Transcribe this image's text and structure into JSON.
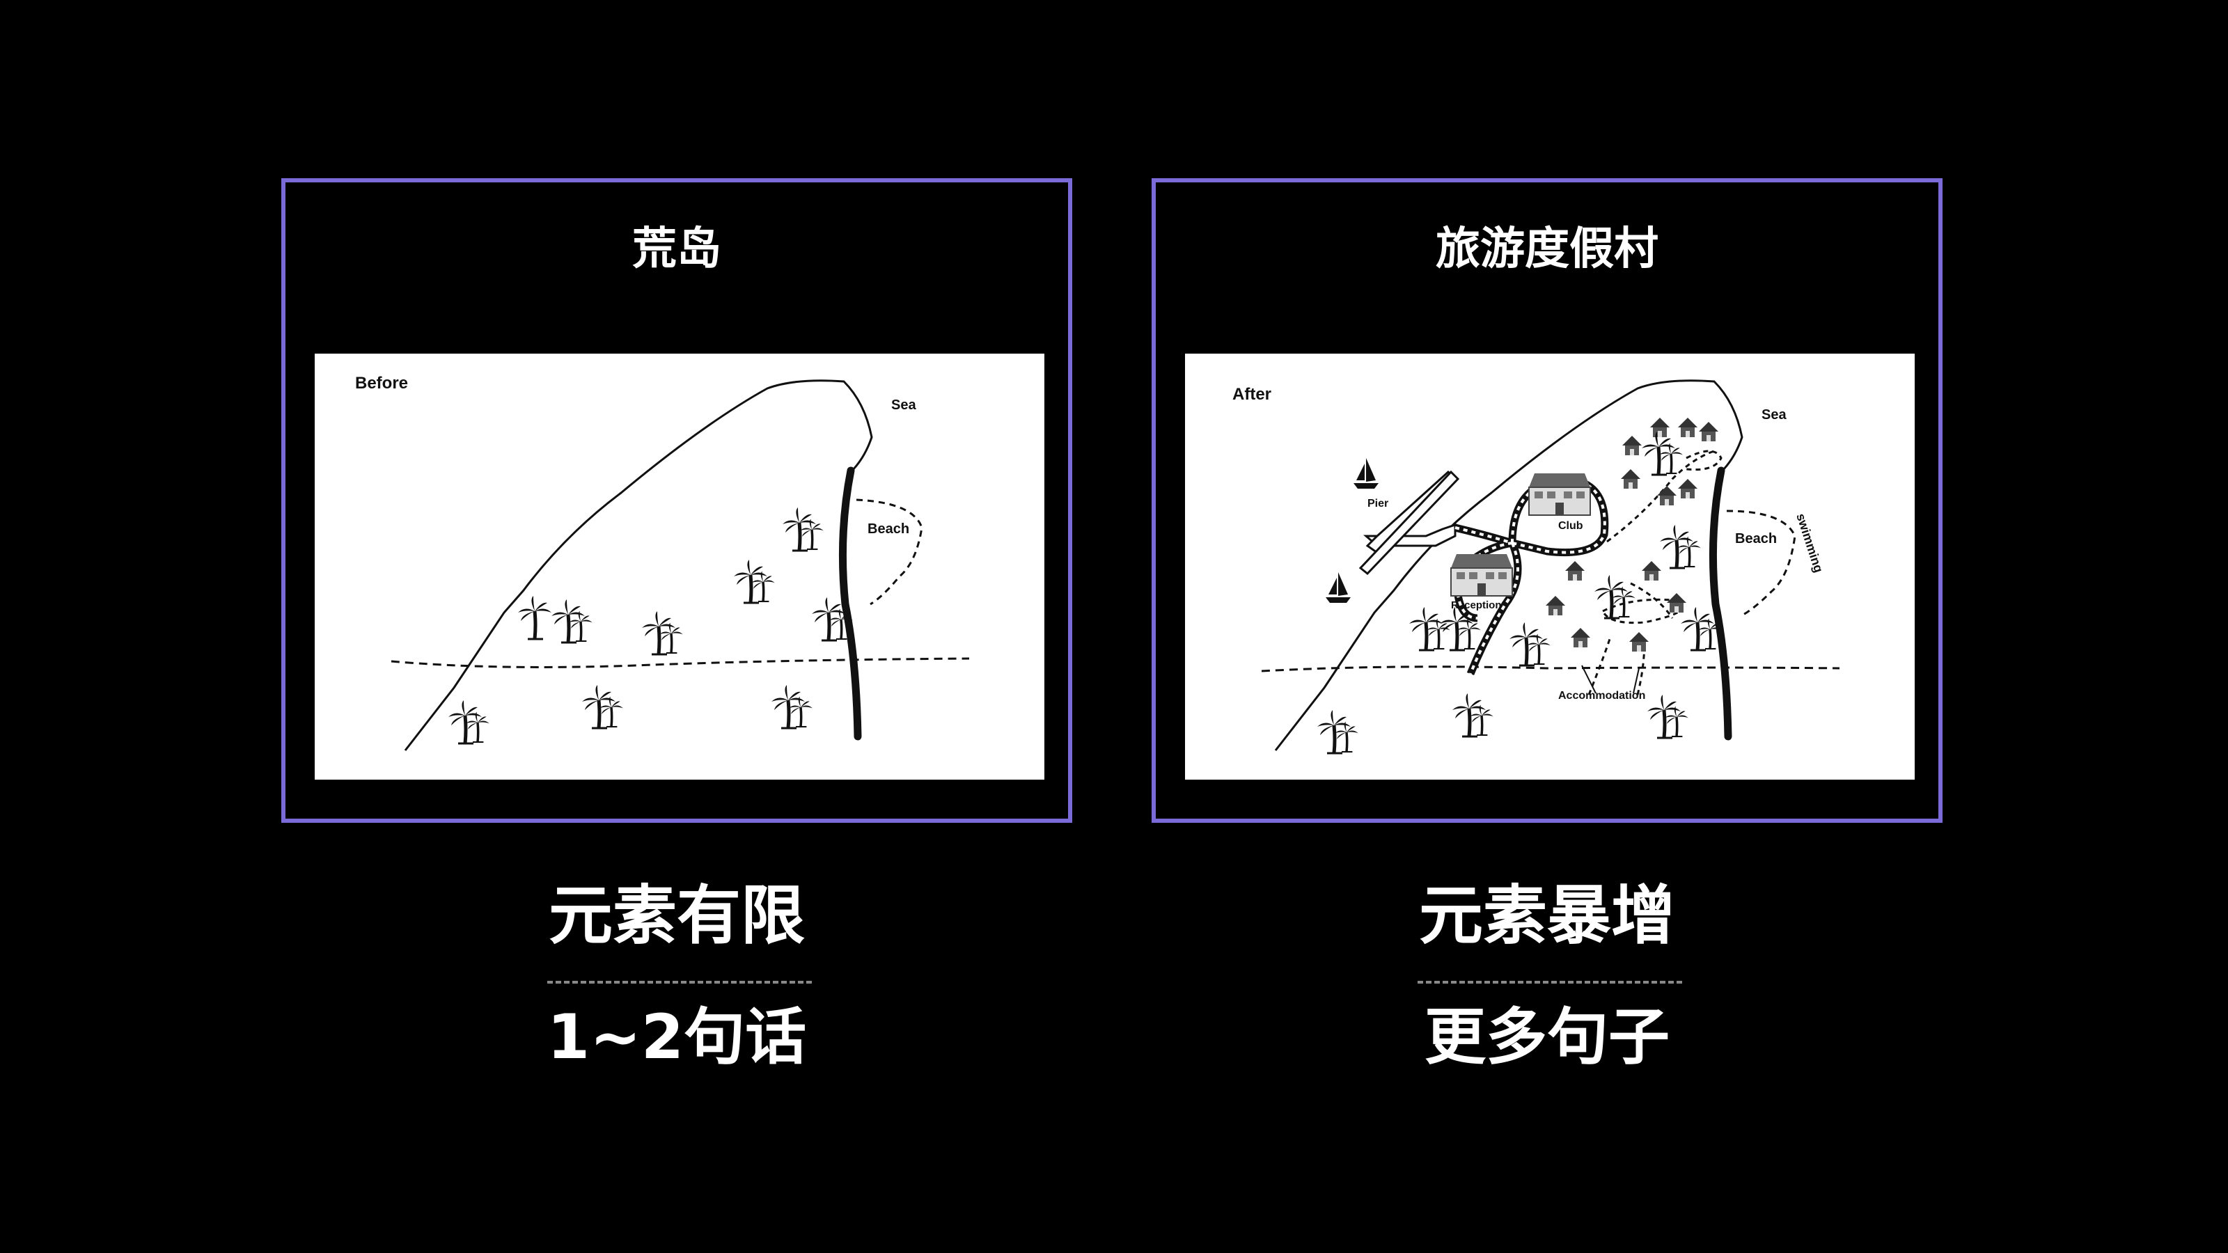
{
  "before": {
    "title": "荒岛",
    "caption_main": "元素有限",
    "caption_sub": "1~2句话",
    "map": {
      "label": "Before",
      "sea_label": "Sea",
      "beach_label": "Beach"
    }
  },
  "after": {
    "title": "旅游度假村",
    "caption_main": "元素暴增",
    "caption_sub": "更多句子",
    "map": {
      "label": "After",
      "sea_label": "Sea",
      "beach_label": "Beach",
      "pier_label": "Pier",
      "club_label": "Club",
      "reception_label": "Reception",
      "accommodation_label": "Accommodation",
      "swimming_label": "swimming"
    }
  },
  "colors": {
    "background": "#000000",
    "panel_border": "#7b6bd8",
    "divider": "#888888",
    "text": "#ffffff"
  }
}
